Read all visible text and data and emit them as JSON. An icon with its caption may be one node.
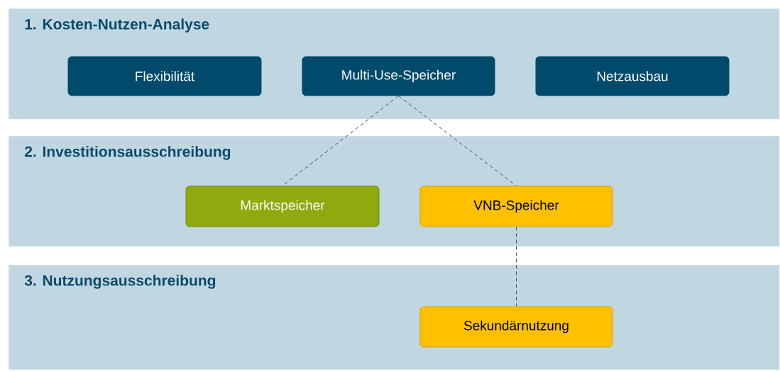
{
  "diagram": {
    "nodes": [
      {
        "text": [
          "1. Kosten-Nutzen-Analyse"
        ]
      },
      {
        "text": [
          "Flexibilität"
        ],
        "in": 0
      },
      {
        "text": [
          "Multi-Use-Speicher"
        ],
        "in": 0
      },
      {
        "text": [
          "Netzausbau"
        ],
        "in": 0
      },
      {
        "text": [
          "2. Investitionsausschreibung"
        ]
      },
      {
        "text": [
          "Marktspeicher"
        ],
        "in": 4
      },
      {
        "text": [
          "VNB-Speicher"
        ],
        "in": 4
      },
      {
        "text": [
          "3. Nutzungsausschreibung"
        ]
      },
      {
        "text": [
          "Sekundärnutzung"
        ],
        "in": 7
      }
    ],
    "edges": [
      {
        "from": 2,
        "to": 5,
        "arrow": "none",
        "style": "dashed"
      },
      {
        "from": 2,
        "to": 6,
        "arrow": "none",
        "style": "dashed"
      },
      {
        "from": 6,
        "to": 8,
        "arrow": "none",
        "style": "dashed"
      }
    ]
  }
}
